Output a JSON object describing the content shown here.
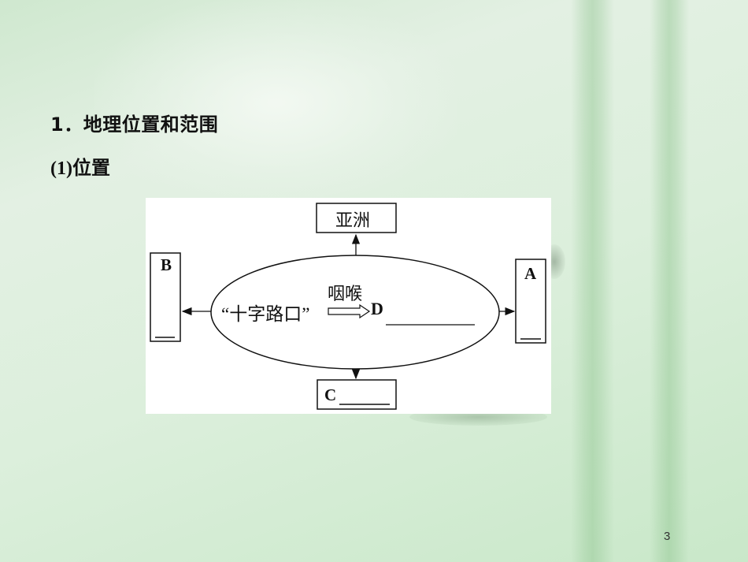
{
  "slide": {
    "heading": "1．地理位置和范围",
    "subheading": "(1)位置",
    "page_number": "3"
  },
  "diagram": {
    "top_box": "亚洲",
    "center_top": "咽喉",
    "center_main": "“十字路口”",
    "center_target": "D",
    "left_box": "B",
    "right_box": "A",
    "bottom_box": "C",
    "arrows": [
      "up-to-亚洲",
      "left-to-B",
      "right-to-A",
      "down-to-C"
    ],
    "blanks": [
      "B",
      "A",
      "C",
      "D"
    ]
  },
  "colors": {
    "background": "#d6ecd6",
    "diagram_bg": "#ffffff",
    "ink": "#111111"
  }
}
